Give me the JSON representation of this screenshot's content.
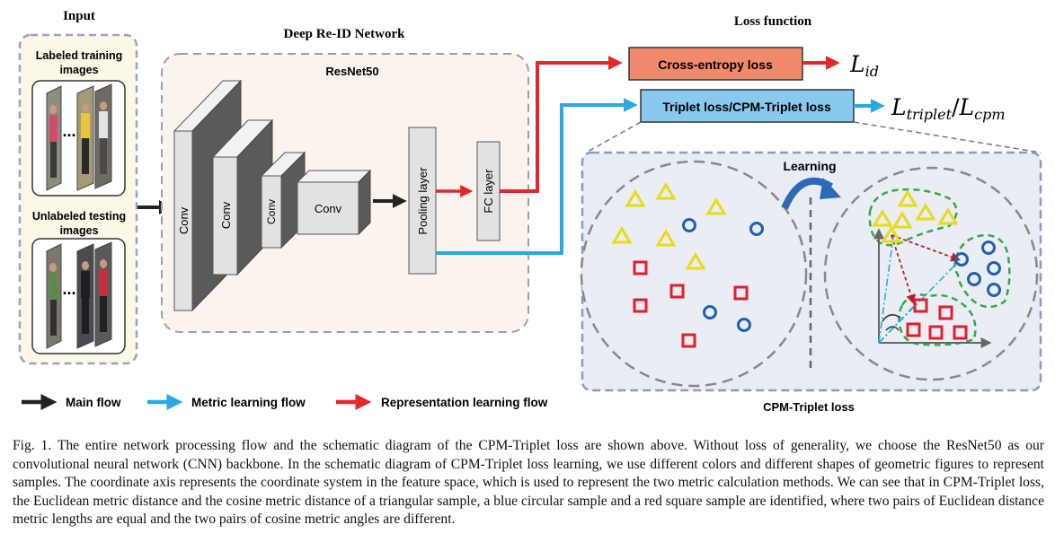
{
  "input": {
    "title": "Input",
    "labeled_line1": "Labeled training",
    "labeled_line2": "images",
    "unlabeled_line1": "Unlabeled testing",
    "unlabeled_line2": "images",
    "ellipsis": "..."
  },
  "network": {
    "title": "Deep Re-ID Network",
    "backbone": "ResNet50",
    "conv_label": "Conv",
    "pooling_label": "Pooling layer",
    "fc_label": "FC layer"
  },
  "loss": {
    "title": "Loss function",
    "cross_entropy": "Cross-entropy loss",
    "triplet": "Triplet loss/CPM-Triplet loss",
    "lid_main": "L",
    "lid_sub": "id",
    "ltrip_main": "L",
    "ltrip_sub": "triplet",
    "slash": "/",
    "lcpm_main": "L",
    "lcpm_sub": "cpm"
  },
  "cpm": {
    "learning": "Learning",
    "title": "CPM-Triplet loss"
  },
  "legend": {
    "main": "Main flow",
    "metric": "Metric learning flow",
    "representation": "Representation learning flow"
  },
  "colors": {
    "main_flow": "#222222",
    "metric_flow": "#29a9e0",
    "representation_flow": "#e5262a",
    "cross_entropy_fill": "#f08a6c",
    "triplet_fill": "#8ac9ee",
    "triangle": "#e6dc1a",
    "circle": "#1f5fb4",
    "square": "#e0202a",
    "cluster": "#35a845"
  },
  "caption": "Fig. 1. The entire network processing flow and the schematic diagram of the CPM-Triplet loss are shown above. Without loss of generality, we choose the ResNet50 as our convolutional neural network (CNN) backbone. In the schematic diagram of CPM-Triplet loss learning, we use different colors and different shapes of geometric figures to represent samples. The coordinate axis represents the coordinate system in the feature space, which is used to represent the two metric calculation methods. We can see that in CPM-Triplet loss, the Euclidean metric distance and the cosine metric distance of a triangular sample, a blue circular sample and a red square sample are identified, where two pairs of Euclidean distance metric lengths are equal and the two pairs of cosine metric angles are different."
}
